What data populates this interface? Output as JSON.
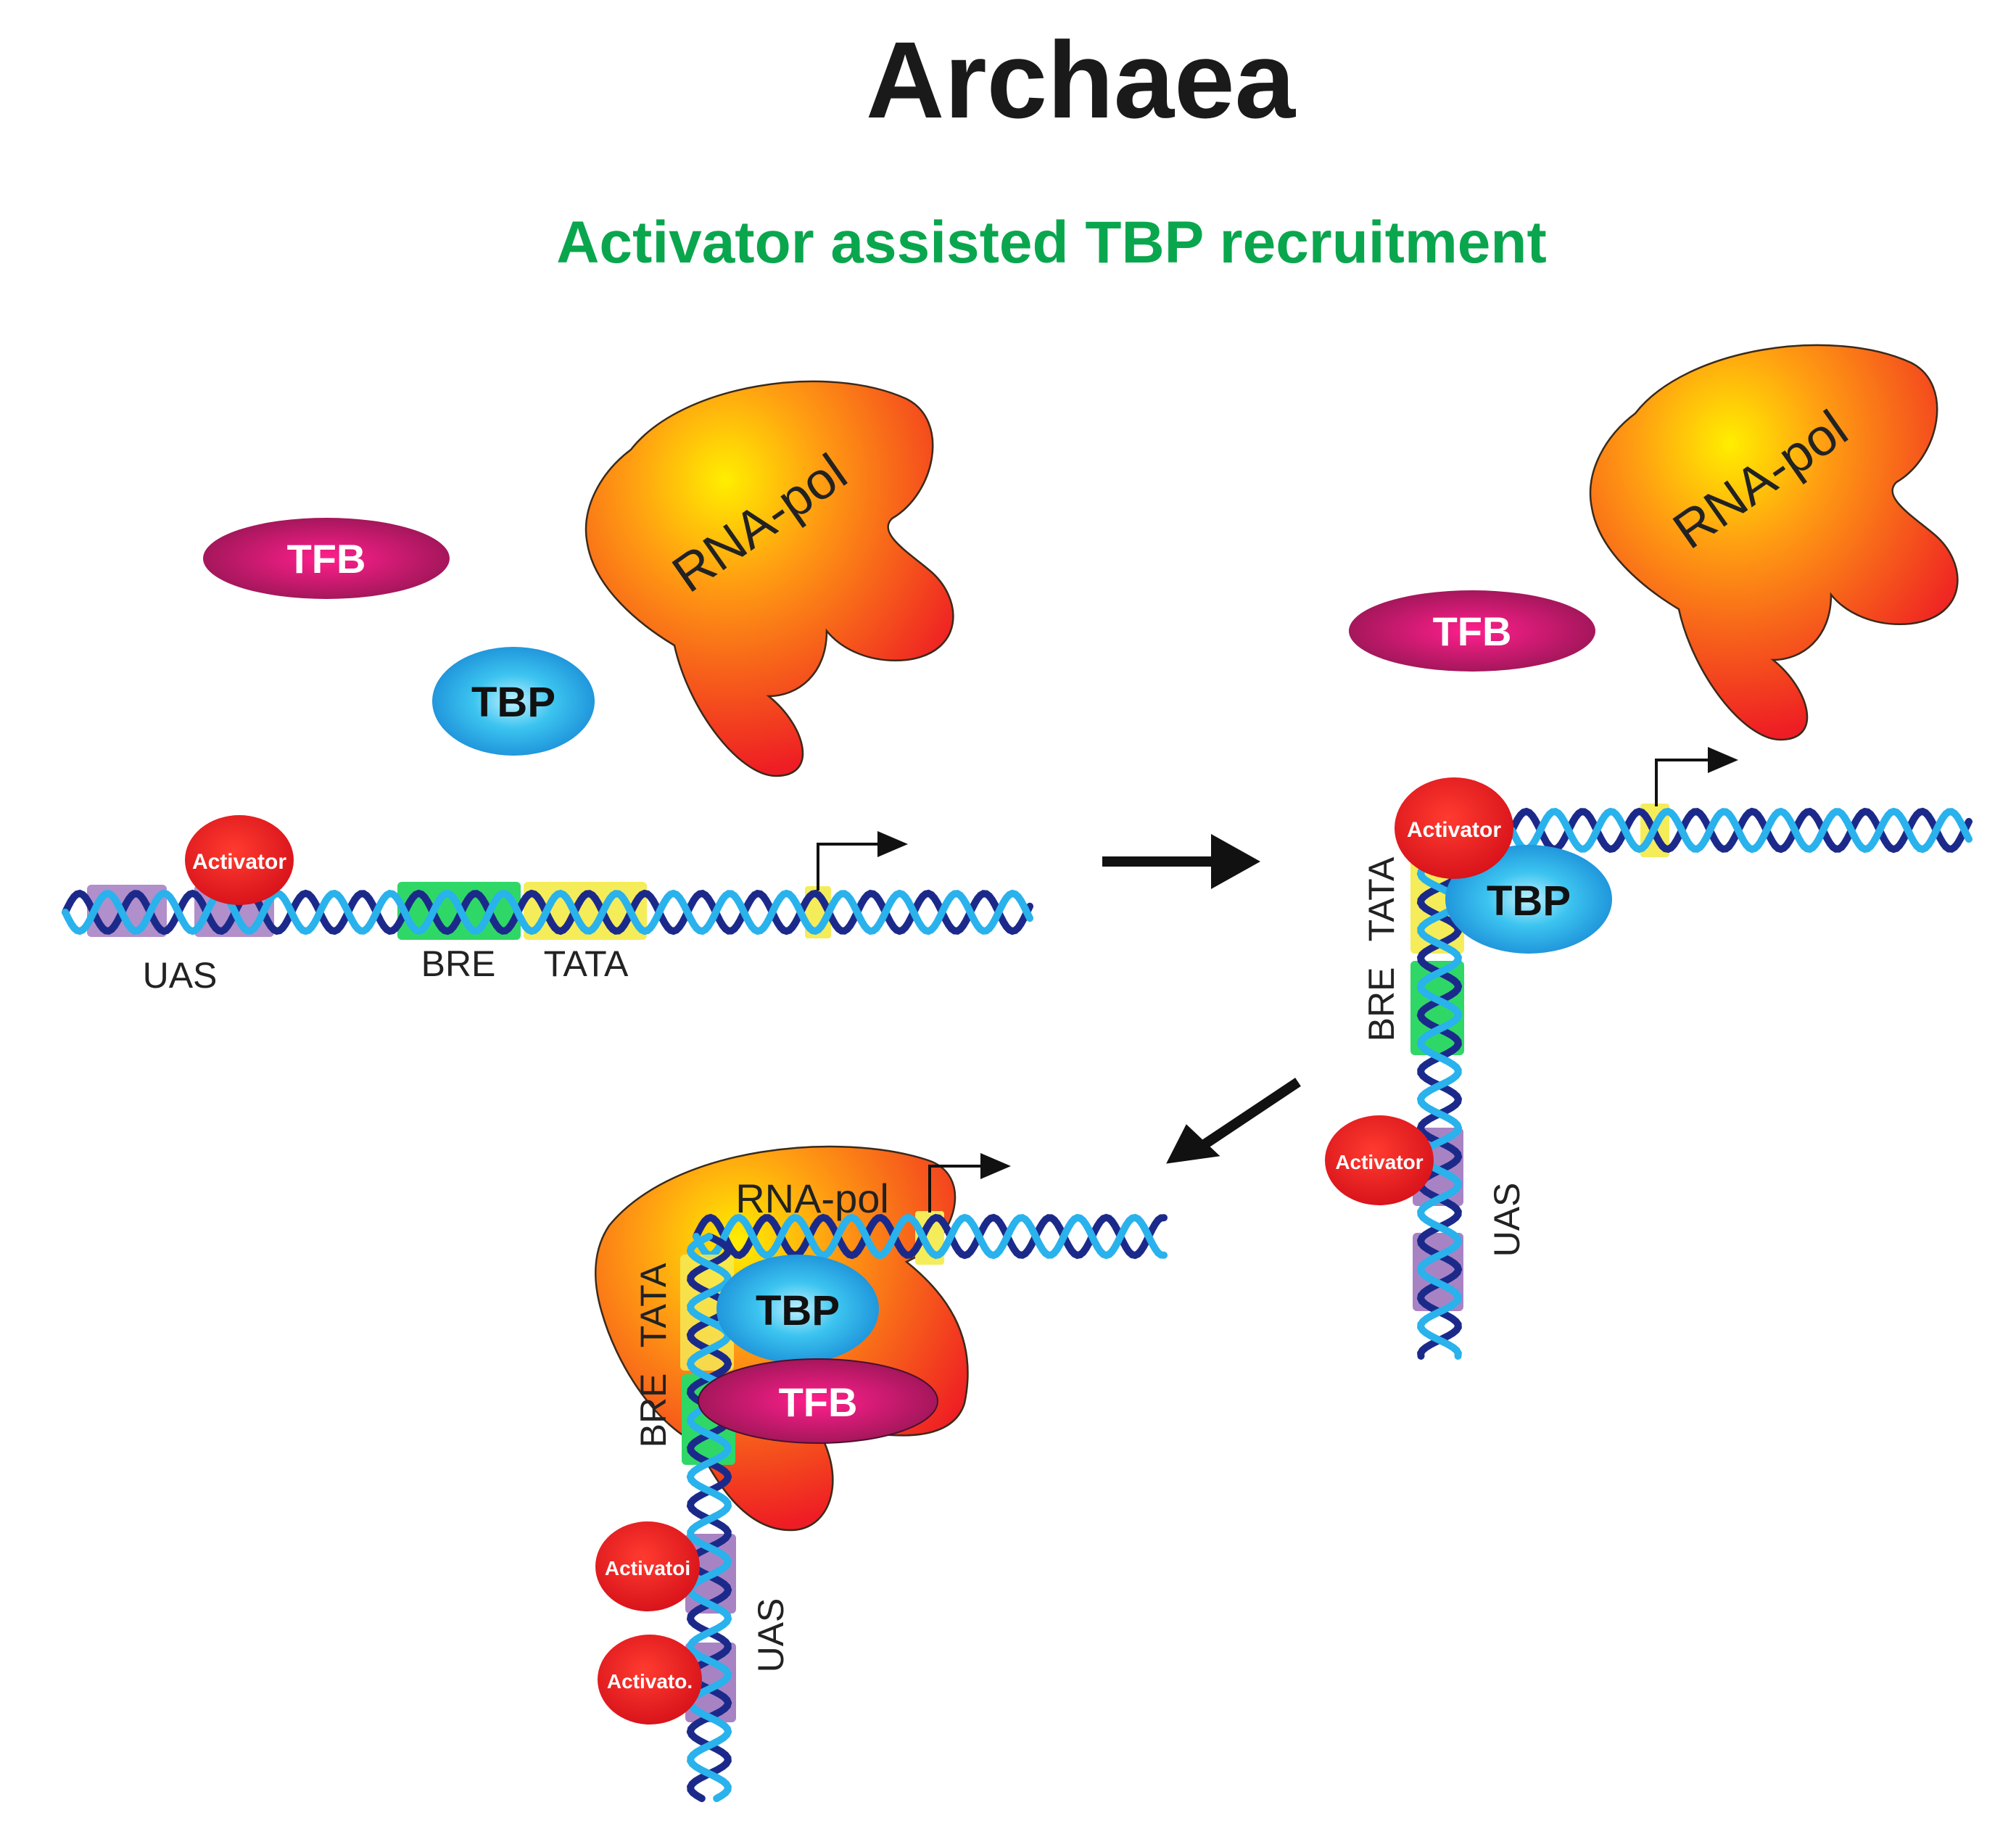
{
  "title": "Archaea",
  "subtitle": "Activator assisted TBP recruitment",
  "proteins": {
    "tfb": "TFB",
    "tbp": "TBP",
    "rnapol": "RNA-pol",
    "activator": "Activator",
    "activator_clipped_a": "Activatoi",
    "activator_clipped_b": "Activato."
  },
  "elements": {
    "uas": "UAS",
    "bre": "BRE",
    "tata": "TATA"
  },
  "colors": {
    "title": "#1a1a1a",
    "subtitle": "#0aa64e",
    "tfb": "#b4195e",
    "tbp": "#2aa8e6",
    "activator": "#e2141b",
    "uas_box": "#a883c4",
    "bre_box": "#2fd866",
    "tata_box": "#f5ec5a",
    "dna_light": "#29b2ec",
    "dna_dark": "#1b2a8a"
  }
}
